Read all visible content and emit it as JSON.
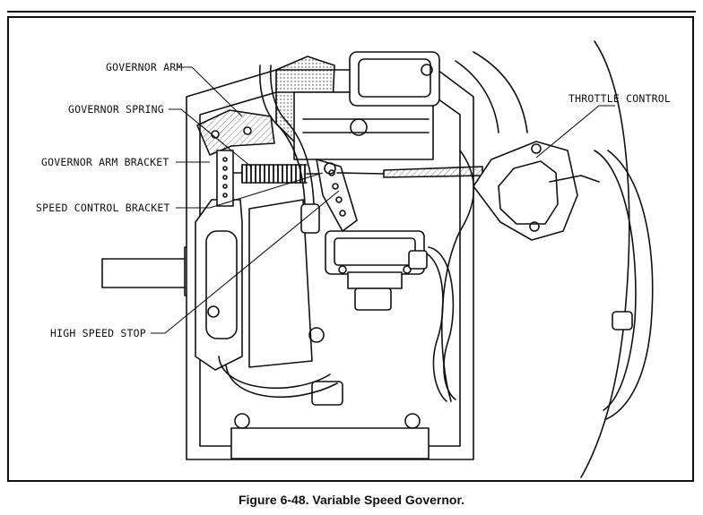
{
  "figure": {
    "caption": "Figure 6-48. Variable Speed Governor.",
    "labels": {
      "governor_arm": "GOVERNOR ARM",
      "governor_spring": "GOVERNOR SPRING",
      "governor_arm_bracket": "GOVERNOR ARM BRACKET",
      "speed_control_bracket": "SPEED CONTROL BRACKET",
      "high_speed_stop": "HIGH SPEED STOP",
      "throttle_control": "THROTTLE CONTROL"
    }
  },
  "colors": {
    "ink": "#111111",
    "paper": "#ffffff"
  }
}
